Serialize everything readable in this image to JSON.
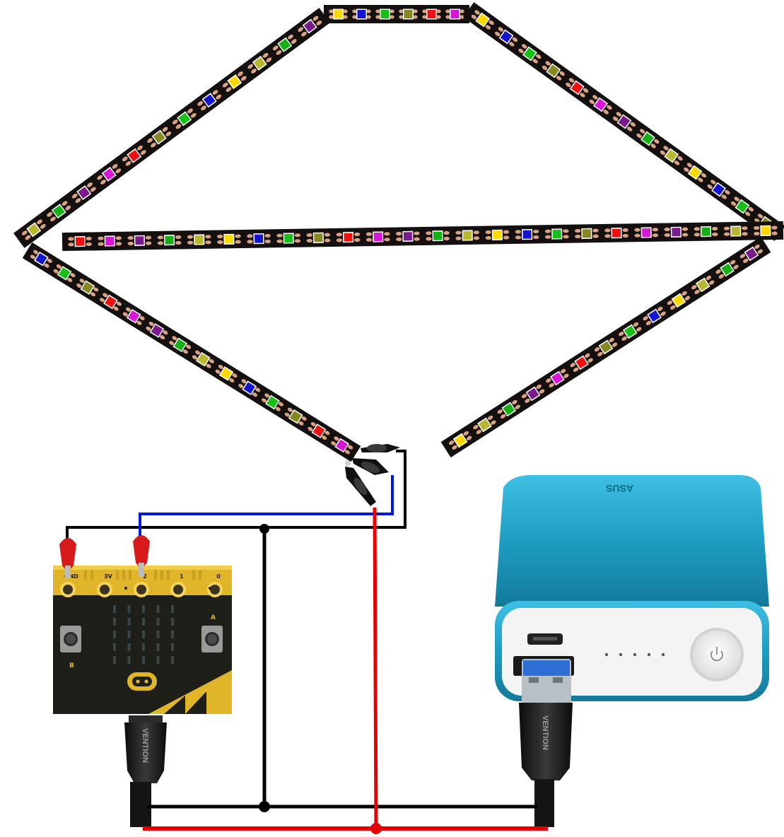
{
  "colors": {
    "background": "#ffffff",
    "wire_ground": "#000000",
    "wire_power": "#e60000",
    "wire_data": "#0018e0",
    "strip_body": "#141010",
    "strip_pad": "#d9a282",
    "board_body": "#1f1f1a",
    "board_accent": "#e0b52a",
    "board_led": "#3a4646",
    "powerbank_body": "#1e9dc2",
    "powerbank_face": "#f4f4f4",
    "cable": "#1c1c1c",
    "usb_plug": "#b8c0c6",
    "usb_insert": "#2e6fd6",
    "clip_red": "#d71a1a",
    "clip_black": "#111111"
  },
  "led_palette": [
    "#ffd800",
    "#1515d0",
    "#16c016",
    "#888822",
    "#ee1111",
    "#d816d8",
    "#7a1a8c",
    "#16b016",
    "#b8b830"
  ],
  "microbit": {
    "pins": [
      {
        "id": "gnd",
        "label": "GND"
      },
      {
        "id": "3v",
        "label": "3V"
      },
      {
        "id": "p2",
        "label": "2"
      },
      {
        "id": "p1",
        "label": "1"
      },
      {
        "id": "p0",
        "label": "0"
      }
    ],
    "button_a_label": "A",
    "button_b_label": "B"
  },
  "cable_brand": "VENTION",
  "powerbank_brand": "ASUS",
  "powerbank_indicator_dots": 5,
  "strip_segments": [
    {
      "id": "top",
      "led_count": 6
    },
    {
      "id": "upper-left",
      "led_count": 12
    },
    {
      "id": "upper-right",
      "led_count": 13
    },
    {
      "id": "middle",
      "led_count": 24
    },
    {
      "id": "lower-left",
      "led_count": 14
    },
    {
      "id": "lower-right",
      "led_count": 13
    }
  ]
}
